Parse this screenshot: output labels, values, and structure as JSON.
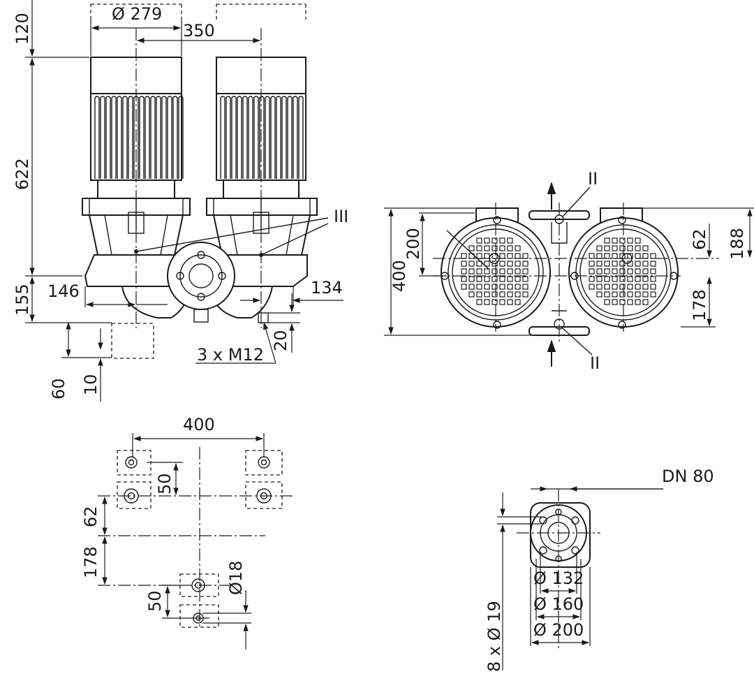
{
  "dimensions": {
    "d279": "Ø 279",
    "d350": "350",
    "d120": "120",
    "d622": "622",
    "d155": "155",
    "d146": "146",
    "d134": "134",
    "d20": "20",
    "thread": "3 x M12",
    "d60": "60",
    "d10": "10",
    "d400_top": "400",
    "d200_top": "200",
    "d62_top": "62",
    "d188": "188",
    "d178_top": "178",
    "d400_base": "400",
    "d50_a": "50",
    "d62_base": "62",
    "d178_base": "178",
    "d50_b": "50",
    "d18": "Ø18",
    "dn": "DN 80",
    "d132": "Ø 132",
    "d160": "Ø 160",
    "d200_flange": "Ø 200",
    "bolts": "8 x Ø 19"
  },
  "callouts": {
    "section_III": "III",
    "section_II_top": "II",
    "section_II_bottom": "II"
  },
  "colors": {
    "line": "#1a1a1a",
    "background": "#ffffff"
  }
}
